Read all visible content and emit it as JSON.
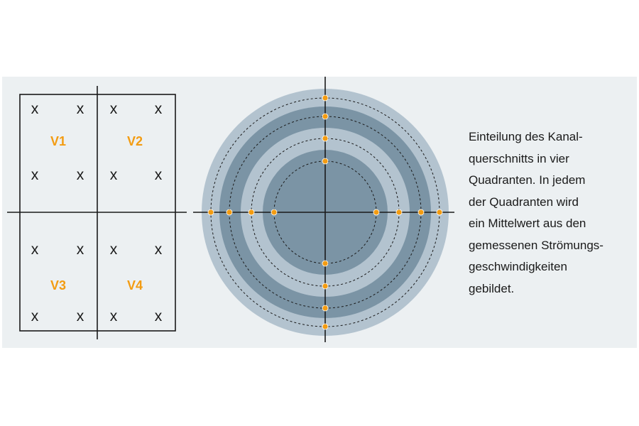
{
  "colors": {
    "background": "#ffffff",
    "panel": "#ecf0f2",
    "ring_outer": "#b3c3cf",
    "ring_dark": "#7b94a5",
    "ring_light": "#b3c3cf",
    "core": "#7b94a5",
    "line": "#1a1a1a",
    "accent": "#f39c12"
  },
  "grid": {
    "mark": "x",
    "quadrants": [
      "V1",
      "V2",
      "V3",
      "V4"
    ]
  },
  "circle": {
    "ring_count": 4,
    "measuring_points_per_axis_side": 4
  },
  "caption": {
    "lines": [
      "Einteilung des Kanal-",
      "querschnitts in vier",
      "Quadranten. In jedem",
      "der Quadranten wird",
      "ein Mittelwert aus den",
      "gemessenen Strömungs-",
      "geschwindigkeiten",
      "gebildet."
    ]
  }
}
